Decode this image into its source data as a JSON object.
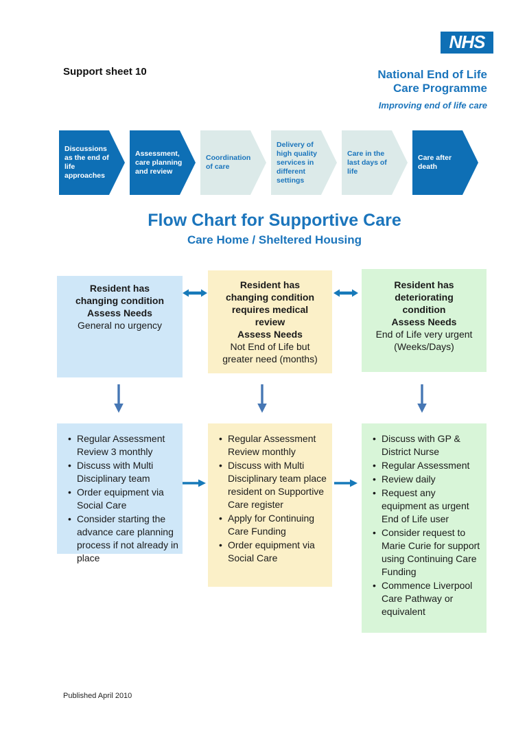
{
  "colors": {
    "nhs_blue": "#0e6fb5",
    "title_blue": "#1b75bc",
    "light_chevron_bg": "#dceae9",
    "box_blue": "#cfe7f8",
    "box_yellow": "#fbf0c8",
    "box_green": "#d8f5d8",
    "down_arrow": "#4677b4",
    "flow_arrow": "#1679b9"
  },
  "header": {
    "support_sheet": "Support sheet 10",
    "nhs_logo": "NHS",
    "programme_line1": "National End of Life",
    "programme_line2": "Care Programme",
    "tagline": "Improving end of life care"
  },
  "pathway_steps": [
    {
      "label": "Discussions as the end of life approaches",
      "variant": "dark"
    },
    {
      "label": "Assessment, care planning and review",
      "variant": "dark"
    },
    {
      "label": "Coordination of care",
      "variant": "light"
    },
    {
      "label": "Delivery of high quality services in different settings",
      "variant": "light"
    },
    {
      "label": "Care in the last days of life",
      "variant": "light"
    },
    {
      "label": "Care after death",
      "variant": "dark"
    }
  ],
  "title": "Flow Chart for Supportive Care",
  "subtitle": "Care Home / Sheltered Housing",
  "icons": {
    "double_arrow": "double-headed-horizontal-arrow",
    "down_arrow": "down-arrow",
    "right_arrow": "right-arrow"
  },
  "top_boxes": [
    {
      "variant": "blue",
      "bold_lines": [
        "Resident has",
        "changing condition",
        "Assess Needs"
      ],
      "normal_lines": [
        "General no urgency"
      ]
    },
    {
      "variant": "yellow",
      "bold_lines": [
        "Resident has",
        "changing condition",
        "requires medical",
        "review",
        "Assess Needs"
      ],
      "normal_lines": [
        "Not End of Life but",
        "greater need (months)"
      ]
    },
    {
      "variant": "green",
      "bold_lines": [
        "Resident has",
        "deteriorating",
        "condition",
        "Assess Needs"
      ],
      "normal_lines": [
        "End of Life very urgent",
        "(Weeks/Days)"
      ]
    }
  ],
  "action_boxes": [
    {
      "variant": "blue",
      "items": [
        "Regular Assessment Review 3 monthly",
        "Discuss with Multi Disciplinary team",
        "Order equipment via Social Care",
        "Consider starting the advance care planning process if not already in place"
      ]
    },
    {
      "variant": "yellow",
      "items": [
        "Regular Assessment Review monthly",
        "Discuss with Multi Disciplinary team place resident on Supportive Care register",
        "Apply for Continuing Care Funding",
        "Order equipment via Social Care"
      ]
    },
    {
      "variant": "green",
      "items": [
        "Discuss with GP & District Nurse",
        "Regular Assessment",
        "Review daily",
        "Request any equipment as urgent End of Life user",
        "Consider request to Marie Curie for support using Continuing Care Funding",
        "Commence Liverpool Care Pathway or equivalent"
      ]
    }
  ],
  "footer": {
    "published": "Published April 2010"
  }
}
